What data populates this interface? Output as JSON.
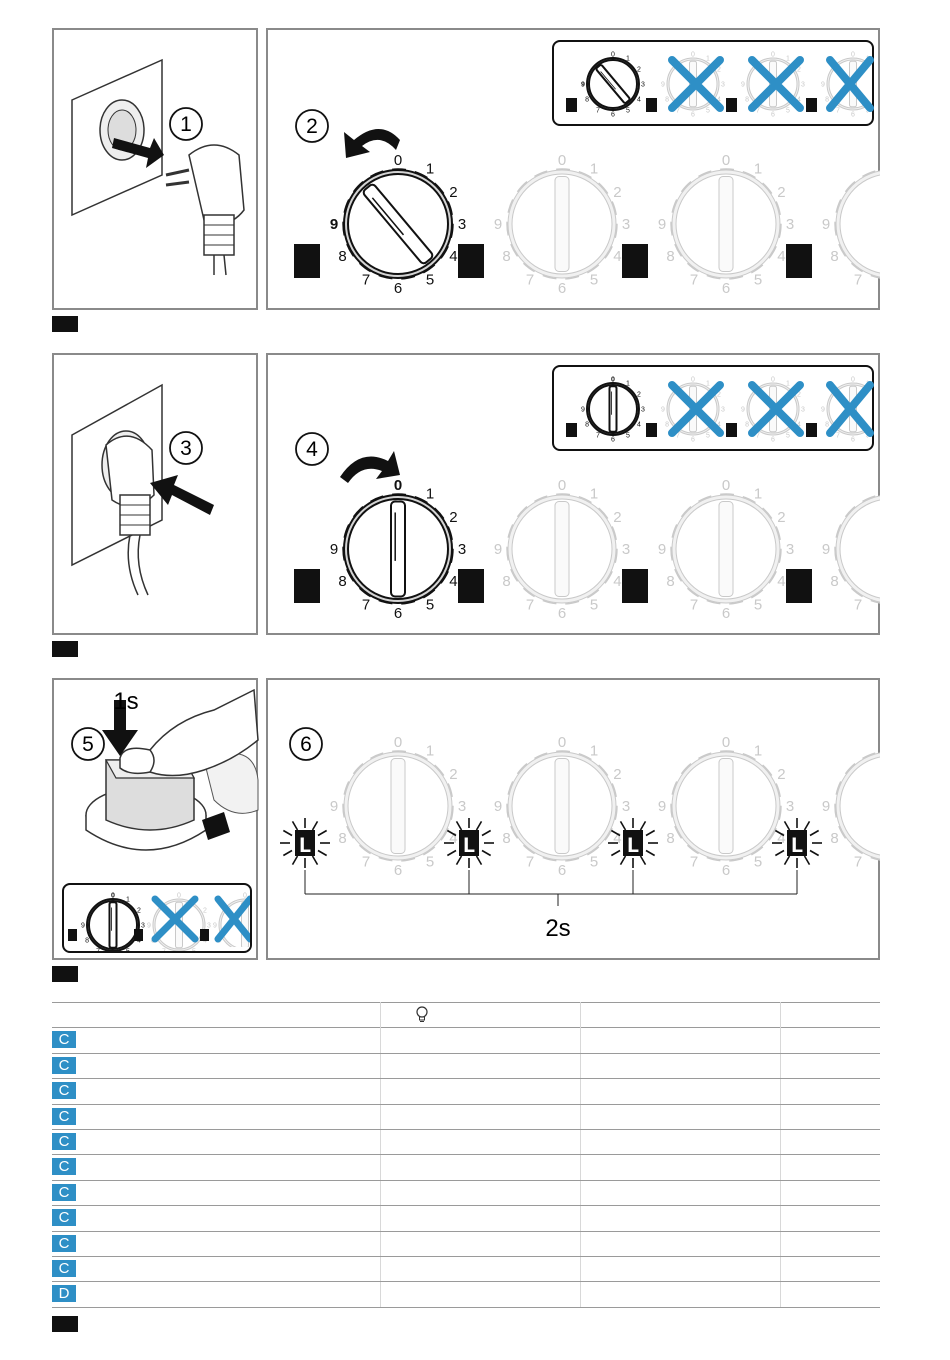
{
  "steps": {
    "s1": "1",
    "s2": "2",
    "s3": "3",
    "s4": "4",
    "s5": "5",
    "s6": "6"
  },
  "dial_numbers": [
    "0",
    "1",
    "2",
    "3",
    "4",
    "5",
    "6",
    "7",
    "8",
    "9"
  ],
  "press_time": "1s",
  "blink_interval": "2s",
  "display_letter": "L",
  "table": {
    "header_icon": "lightbulb-icon",
    "rows": [
      {
        "badge": "C"
      },
      {
        "badge": "C"
      },
      {
        "badge": "C"
      },
      {
        "badge": "C"
      },
      {
        "badge": "C"
      },
      {
        "badge": "C"
      },
      {
        "badge": "C"
      },
      {
        "badge": "C"
      },
      {
        "badge": "C"
      },
      {
        "badge": "C"
      },
      {
        "badge": "D"
      }
    ]
  },
  "colors": {
    "accent_blue": "#2e8fc6",
    "frame": "#8a8a8a",
    "ink": "#111111"
  }
}
